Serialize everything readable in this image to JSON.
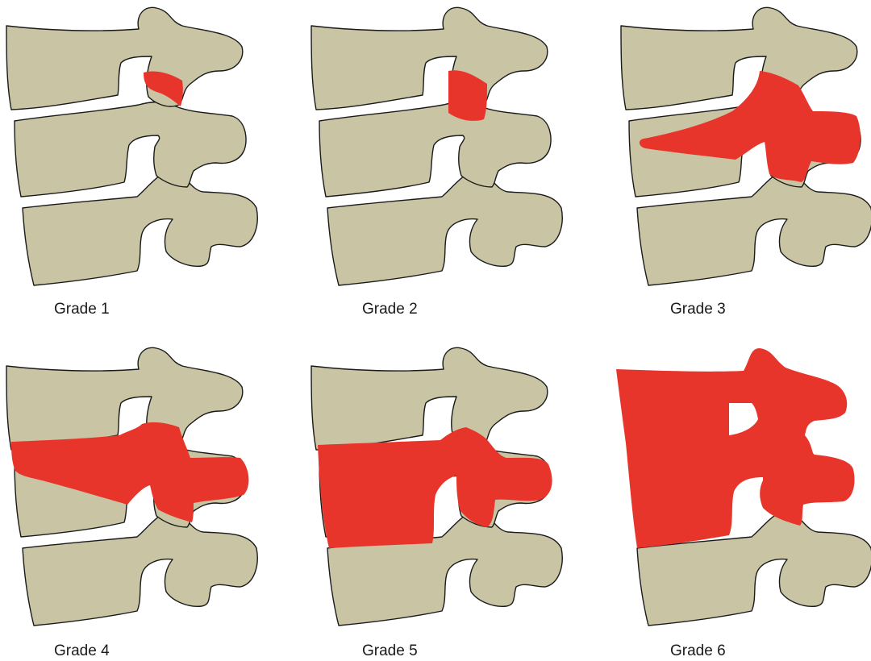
{
  "colors": {
    "bone": "#c9c4a3",
    "resection": "#e8352b",
    "outline": "#1a1a1a",
    "background": "#ffffff"
  },
  "panels": [
    {
      "label": "Grade 1"
    },
    {
      "label": "Grade 2"
    },
    {
      "label": "Grade 3"
    },
    {
      "label": "Grade 4"
    },
    {
      "label": "Grade 5"
    },
    {
      "label": "Grade 6"
    }
  ]
}
